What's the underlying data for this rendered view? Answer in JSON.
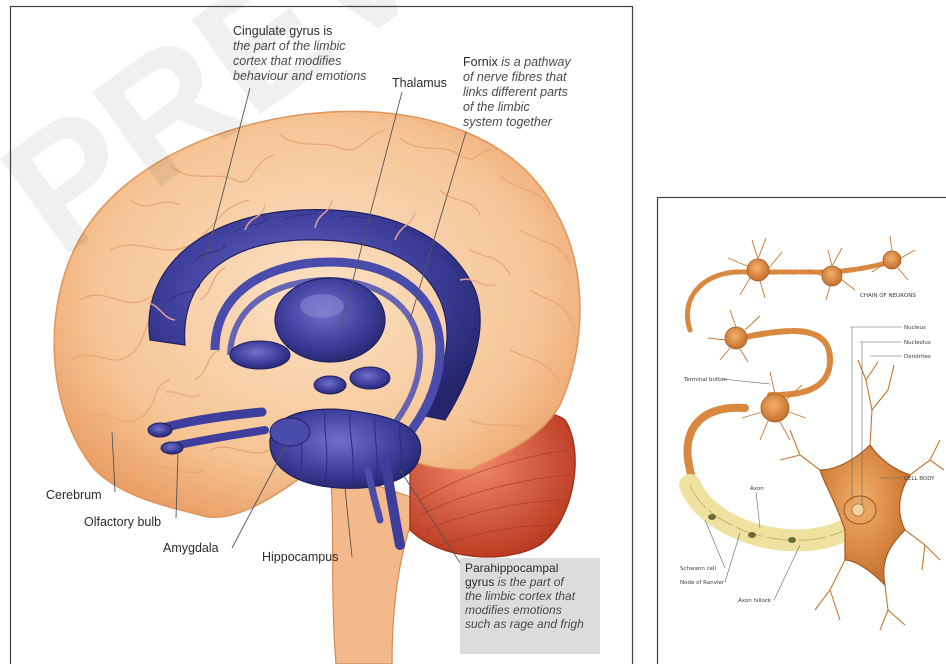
{
  "brain_panel": {
    "watermark": "PREV",
    "cingulate": {
      "title": "Cingulate gyrus",
      "title_suffix": " is",
      "desc": [
        "the part of the limbic",
        "cortex that modifies",
        "behaviour and emotions"
      ]
    },
    "thalamus": "Thalamus",
    "fornix": {
      "title": "Fornix",
      "desc_first": " is a pathway",
      "desc": [
        "of nerve fibres that",
        "links different parts",
        "of the limbic",
        "system together"
      ]
    },
    "cerebrum": "Cerebrum",
    "olfactory_bulb": "Olfactory bulb",
    "amygdala": "Amygdala",
    "hippocampus": "Hippocampus",
    "parahippocampal": {
      "title_lines": [
        "Parahippocampal",
        "gyrus"
      ],
      "desc_first": " is the part of",
      "desc": [
        "the limbic cortex that",
        "modifies emotions",
        "such as rage and frigh"
      ]
    }
  },
  "neuron_panel": {
    "labels": {
      "chain": "CHAIN OF NEURONS",
      "nucleus": "Nucleus",
      "nucleolus": "Nucleolus",
      "dendrites": "Dendrites",
      "terminal_button": "Terminal button",
      "cell_body": "CELL BODY",
      "axon": "Axon",
      "schwann_cell": "Schwann cell",
      "node_ranvier": "Node of Ranvier",
      "axon_hillock": "Axon hillock"
    }
  },
  "colors": {
    "limbic_blue": "#3d3f9a",
    "cortex_peach": "#f6c79d",
    "cerebellum_red": "#d9583a",
    "neuron_orange": "#d9893f",
    "myelin_yellow": "#efe2a0"
  }
}
